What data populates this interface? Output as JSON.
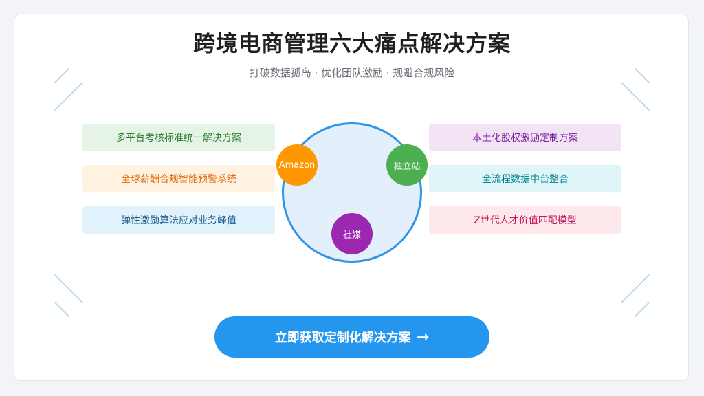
{
  "header": {
    "title": "跨境电商管理六大痛点解决方案",
    "subtitle": "打破数据孤岛 · 优化团队激励 · 规避合规风险"
  },
  "left_items": [
    {
      "label": "多平台考核标准统一解决方案",
      "bg": "#e6f4e7",
      "color": "#2e7d32"
    },
    {
      "label": "全球薪酬合规智能预警系统",
      "bg": "#fff2e0",
      "color": "#e06a12"
    },
    {
      "label": "弹性激励算法应对业务峰值",
      "bg": "#e2f2fc",
      "color": "#1a5e8c"
    }
  ],
  "right_items": [
    {
      "label": "本土化股权激励定制方案",
      "bg": "#f3e4f5",
      "color": "#7b1fa2"
    },
    {
      "label": "全流程数据中台整合",
      "bg": "#e0f5f8",
      "color": "#00838f"
    },
    {
      "label": "Z世代人才价值匹配模型",
      "bg": "#fde8ec",
      "color": "#c2185b"
    }
  ],
  "hub": {
    "nodes": [
      {
        "label": "Amazon",
        "color": "#ff9800"
      },
      {
        "label": "独立站",
        "color": "#4caf50"
      },
      {
        "label": "社媒",
        "color": "#9c27b0"
      }
    ],
    "ring_color": "#2e95e6",
    "fill_color": "#e3f0fb"
  },
  "cta": {
    "label": "立即获取定制化解决方案",
    "arrow": "→"
  }
}
